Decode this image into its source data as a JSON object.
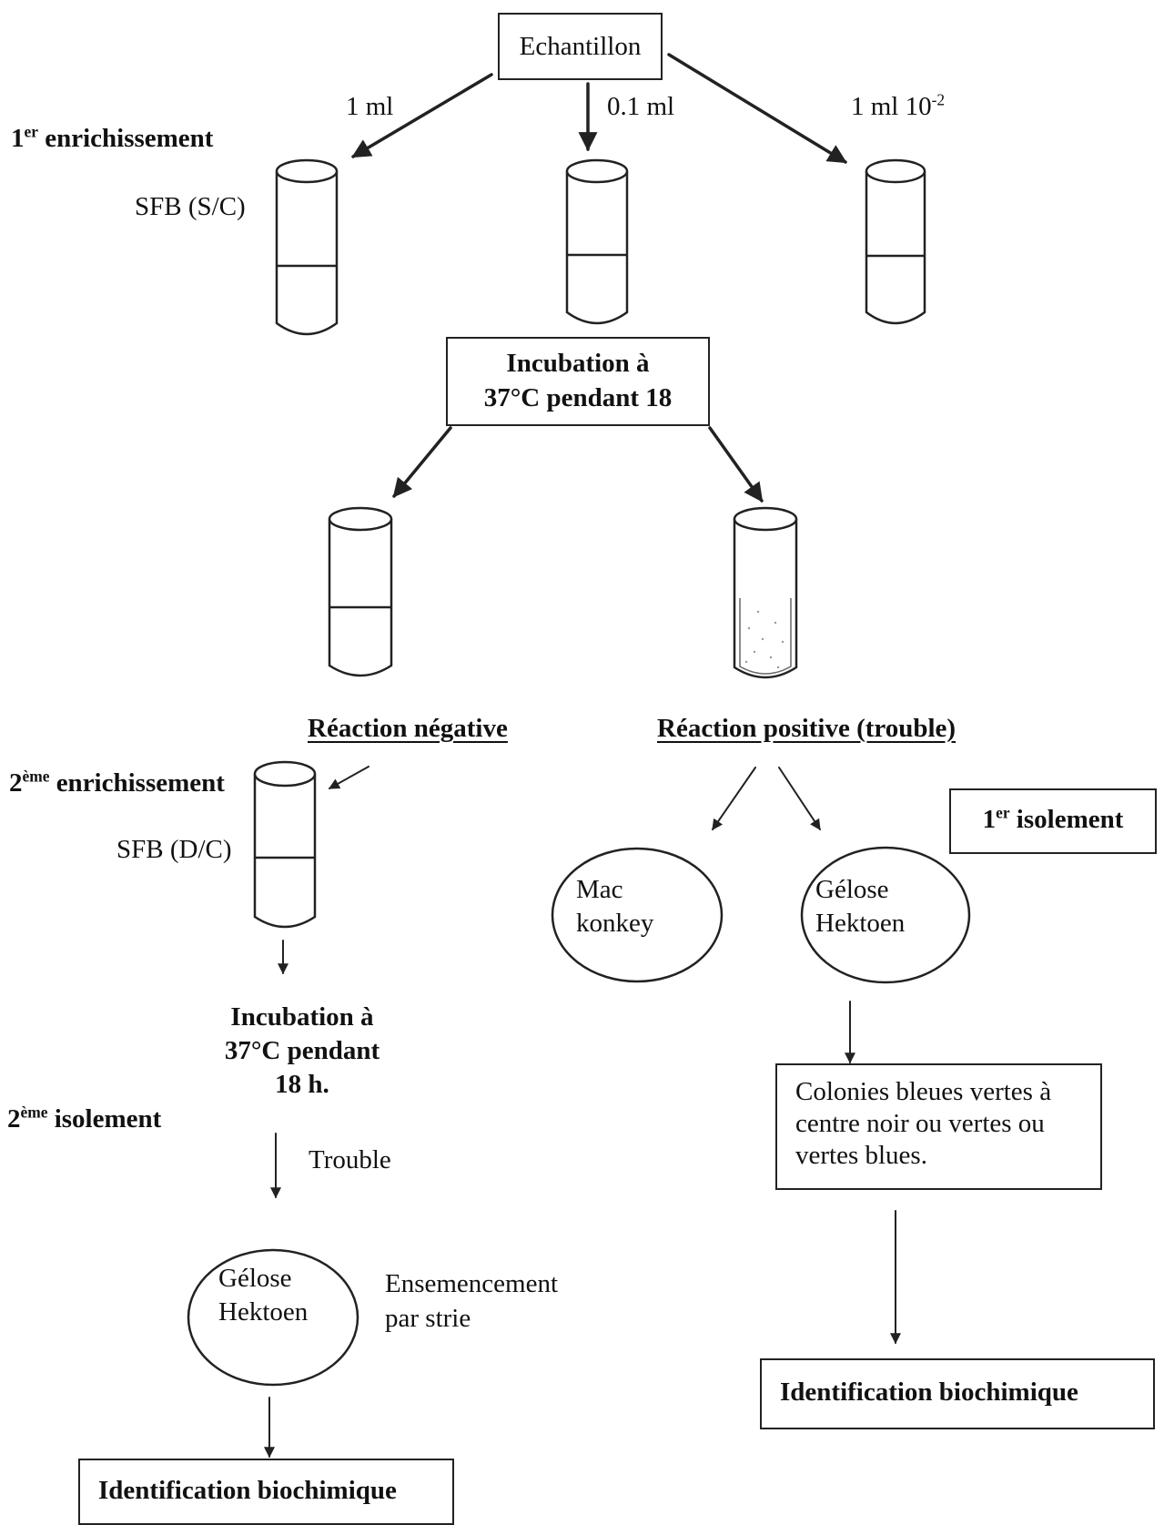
{
  "sample": "Echantillon",
  "volumes": {
    "v1": "1 ml",
    "v2": "0.1 ml",
    "v3": "1 ml 10",
    "v3_exp": "-2"
  },
  "first_enrichment": {
    "num": "1",
    "sup": "er",
    "label": "enrichissement",
    "medium": "SFB (S/C)"
  },
  "incubation_1": {
    "line1": "Incubation à",
    "line2": "37°C pendant 18"
  },
  "negative_reaction": "Réaction négative",
  "positive_reaction": "Réaction positive (trouble)",
  "second_enrichment": {
    "num": "2",
    "sup": "ème",
    "label": "enrichissement",
    "medium": "SFB (D/C)"
  },
  "first_isolation": {
    "num": "1",
    "sup": "er",
    "label": "isolement"
  },
  "media": {
    "mac_line1": "Mac",
    "mac_line2": "konkey",
    "hek_line1": "Gélose",
    "hek_line2": "Hektoen"
  },
  "incubation_2": {
    "line1": "Incubation à",
    "line2": "37°C pendant",
    "line3": "18 h."
  },
  "second_isolation": {
    "num": "2",
    "sup": "ème",
    "label": "isolement"
  },
  "trouble": "Trouble",
  "hektoen_2": {
    "line1": "Gélose",
    "line2": "Hektoen"
  },
  "streaking": {
    "line1": "Ensemencement",
    "line2": "par strie"
  },
  "colonies": "Colonies bleues vertes à centre noir ou vertes ou vertes blues.",
  "identification_right": "Identification biochimique",
  "identification_left": "Identification biochimique"
}
